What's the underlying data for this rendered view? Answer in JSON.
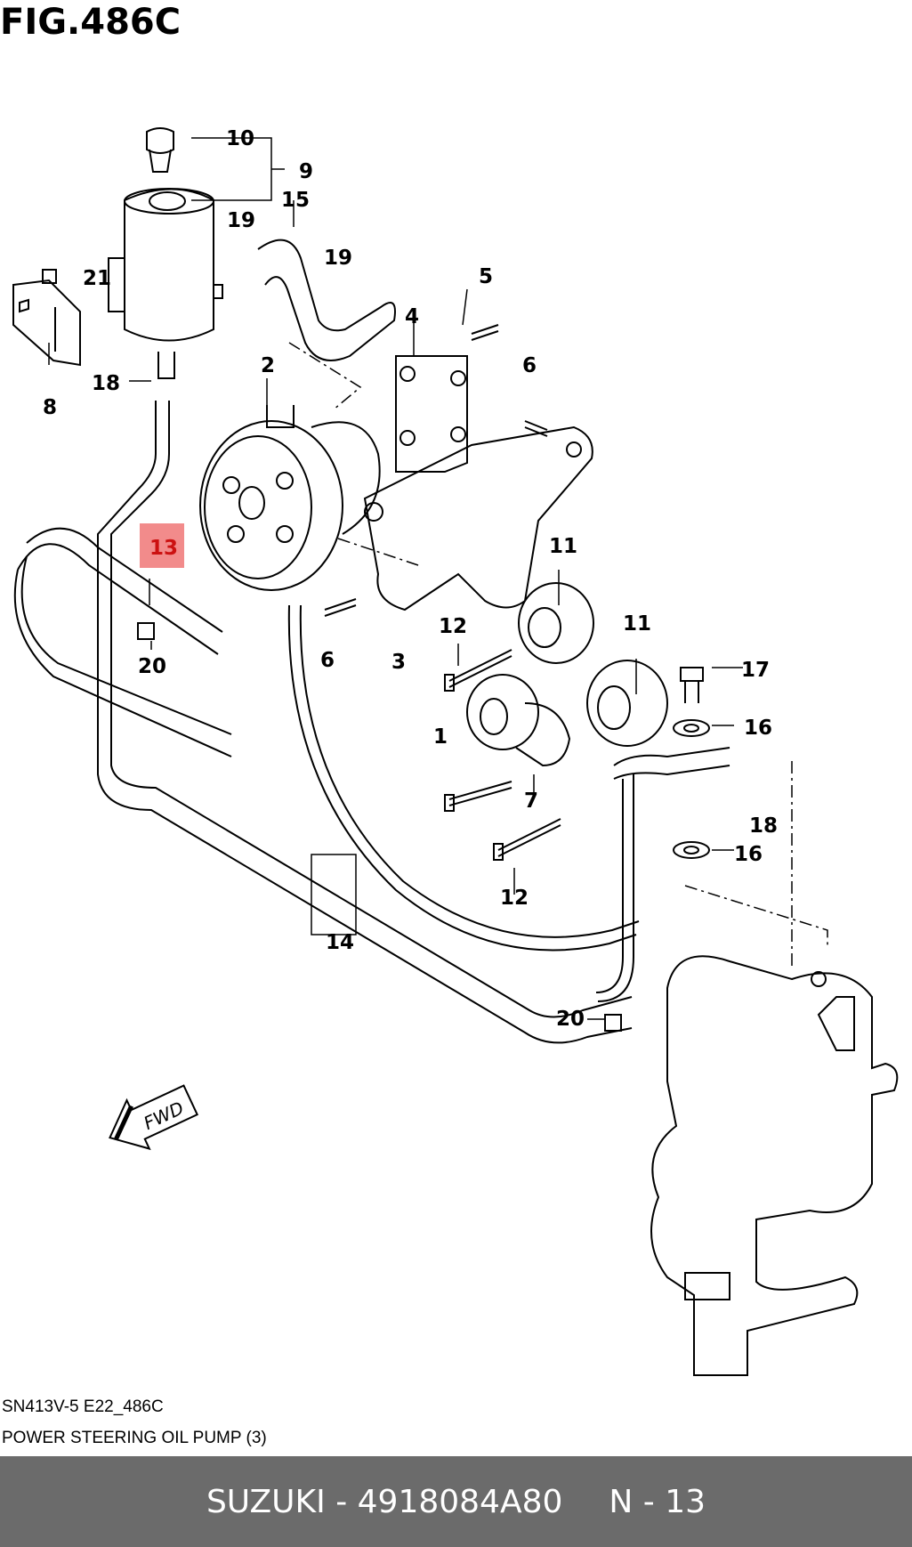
{
  "figure": {
    "title": "FIG.486C",
    "code": "SN413V-5 E22_486C",
    "name": "POWER STEERING OIL PUMP (3)"
  },
  "callouts": [
    "1",
    "2",
    "3",
    "4",
    "5",
    "6",
    "6",
    "7",
    "8",
    "9",
    "10",
    "11",
    "11",
    "12",
    "12",
    "13",
    "14",
    "15",
    "16",
    "16",
    "17",
    "18",
    "18",
    "19",
    "19",
    "20",
    "20",
    "21"
  ],
  "highlight": {
    "label": "13",
    "color": "#f28b8b"
  },
  "fwd_label": "FWD",
  "footer": {
    "brand_part": "SUZUKI - 4918084A80",
    "ref": "N - 13"
  },
  "colors": {
    "footer_bg": "#6b6b6b",
    "footer_text": "#ffffff",
    "line": "#000000"
  }
}
